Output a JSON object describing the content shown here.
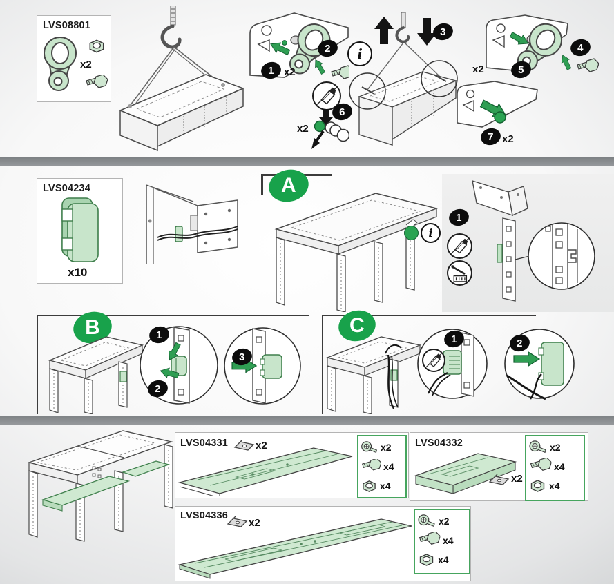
{
  "colors": {
    "accent_green": "#18a24b",
    "part_green": "#c8e5cb",
    "badge_black": "#0c0c0c",
    "divider_gray": "#8a8e91"
  },
  "top": {
    "kit": {
      "code": "LVS08801",
      "qty": "x2"
    },
    "steps": {
      "n1": "1",
      "n2": "2",
      "n3": "3",
      "n4": "4",
      "n5": "5",
      "n6": "6",
      "n7": "7"
    },
    "qty12": "x2",
    "qty45": "x2",
    "qty6": "x2",
    "qty7": "x2",
    "info": "i"
  },
  "mid": {
    "kit": {
      "code": "LVS04234",
      "qty": "x10"
    },
    "a": {
      "label": "A",
      "info": "i",
      "step1": "1"
    },
    "b": {
      "label": "B",
      "step1": "1",
      "step2": "2",
      "step3": "3"
    },
    "c": {
      "label": "C",
      "step1": "1",
      "step2": "2"
    }
  },
  "bottom": {
    "kits": [
      {
        "code": "LVS04331",
        "bracket_qty": "x2",
        "hw": [
          {
            "name": "flange-screw",
            "qty": "x2"
          },
          {
            "name": "hex-bolt",
            "qty": "x4"
          },
          {
            "name": "flange-nut",
            "qty": "x4"
          }
        ]
      },
      {
        "code": "LVS04332",
        "bracket_qty": "x2",
        "hw": [
          {
            "name": "flange-screw",
            "qty": "x2"
          },
          {
            "name": "hex-bolt",
            "qty": "x4"
          },
          {
            "name": "flange-nut",
            "qty": "x4"
          }
        ]
      },
      {
        "code": "LVS04336",
        "bracket_qty": "x2",
        "hw": [
          {
            "name": "flange-screw",
            "qty": "x2"
          },
          {
            "name": "hex-bolt",
            "qty": "x4"
          },
          {
            "name": "flange-nut",
            "qty": "x4"
          }
        ]
      }
    ]
  }
}
